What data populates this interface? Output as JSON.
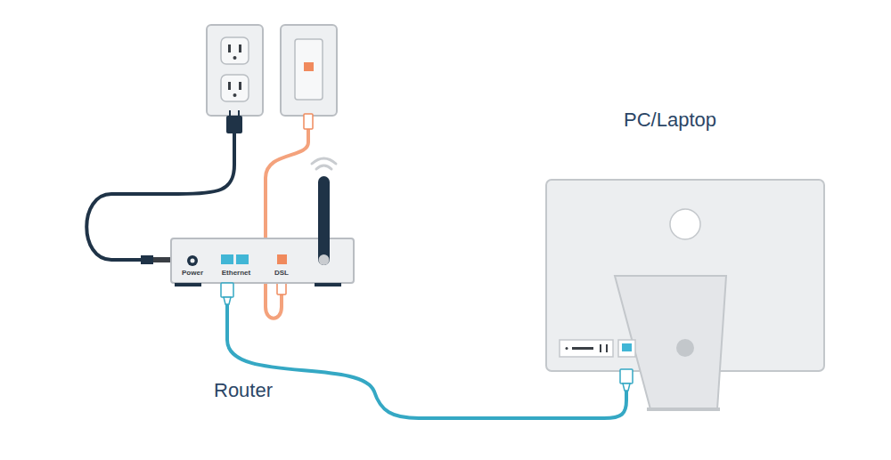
{
  "diagram": {
    "nodes": [
      {
        "text": [
          "Power",
          "Ethernet",
          "DSL"
        ]
      },
      {
        "text": [
          "PC/Laptop"
        ]
      }
    ],
    "edges": [
      {
        "from": 0,
        "to": 1,
        "arrow": "none"
      }
    ],
    "labels": [
      "Router"
    ]
  }
}
